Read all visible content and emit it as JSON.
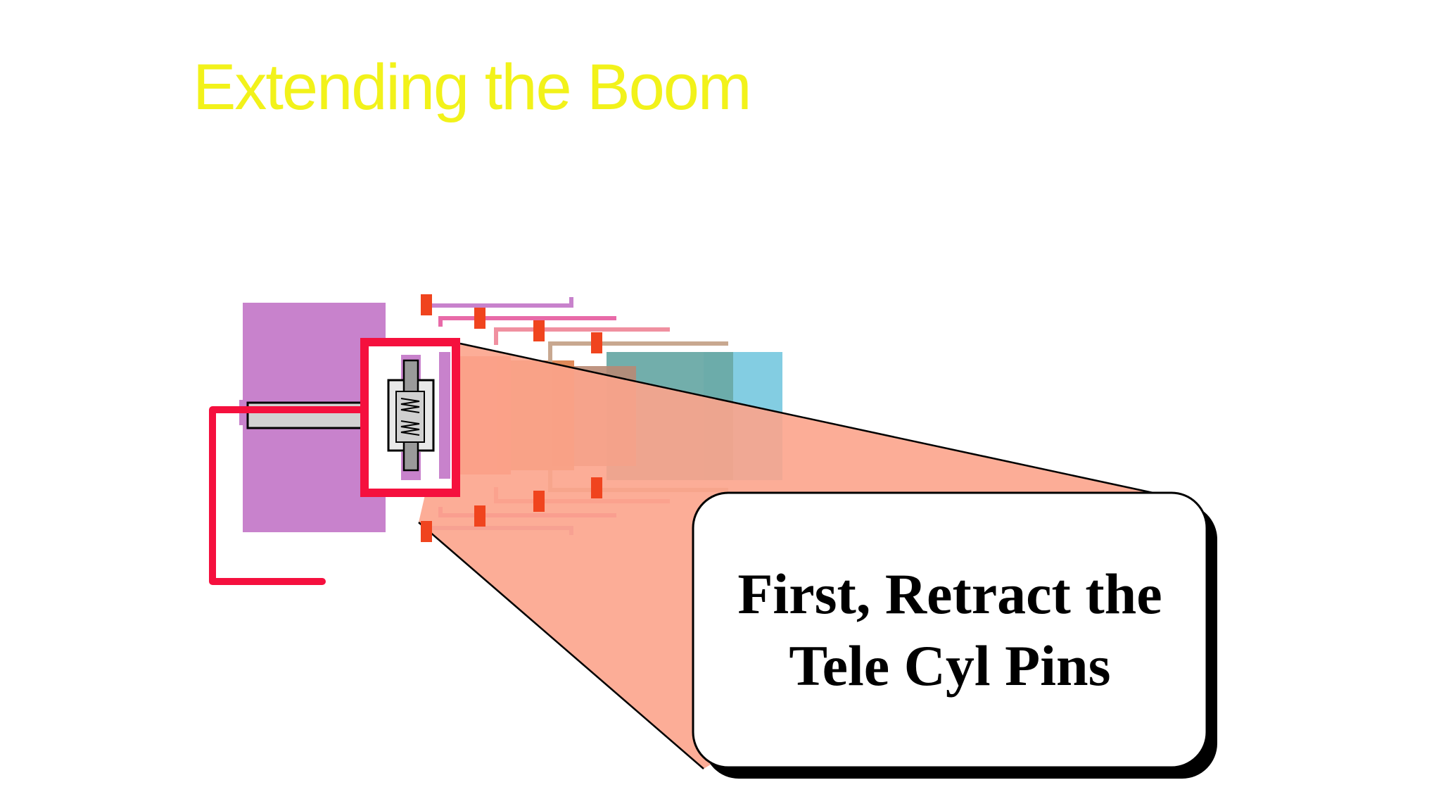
{
  "slide": {
    "title": "Extending the Boom",
    "callout": {
      "line1": "First, Retract the",
      "line2": "Tele Cyl Pins"
    }
  },
  "colors": {
    "title": "#F2F21A",
    "base_section": "#C882CC",
    "highlight_box": "#F5103E",
    "hydraulic_line": "#F5103E",
    "pin_blocks": "#F0441E",
    "zoom_beam": "#FCA48C",
    "section_salmon": "#F0806A",
    "section_orange": "#DE8450",
    "section_brown": "#B88A74",
    "section_teal": "#6AAAA6",
    "section_blue": "#7CCAE0",
    "callout_fill": "#FFFFFF",
    "callout_shadow": "#000000"
  },
  "icons": {
    "spring": "spring-icon",
    "pin": "pin-icon"
  }
}
